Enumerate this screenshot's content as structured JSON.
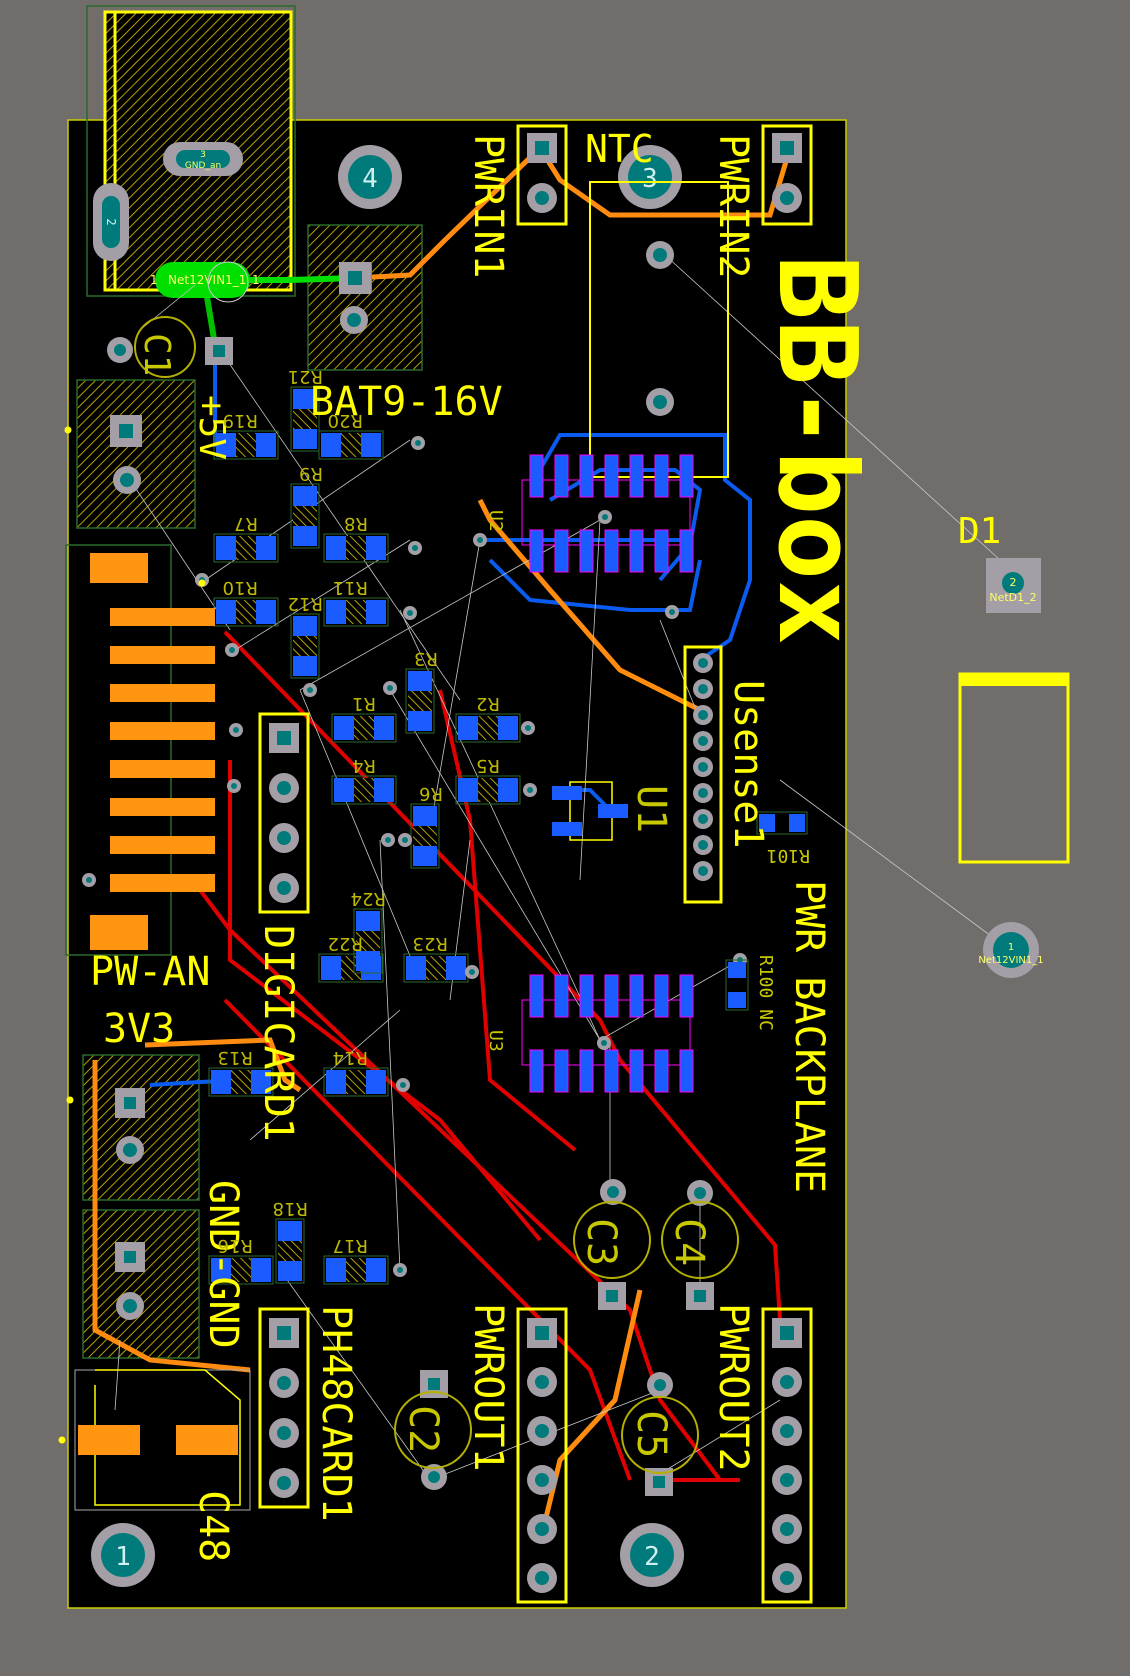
{
  "board": {
    "logo": "BB-box",
    "title": "PWR BACKPLANE"
  },
  "labels": {
    "bat": "BAT9-16V",
    "ntc": "NTC",
    "pwrin1": "PWRIN1",
    "pwrin2": "PWRIN2",
    "c1": "C1",
    "plus5v": "+5V",
    "usense1": "Usense1",
    "u1": "U1",
    "u2": "U2",
    "u3": "U3",
    "pw_an": "PW-AN",
    "v3v3": "3V3",
    "digicard1": "DIGICARD1",
    "gnd_gnd": "GND-GND",
    "ph48card1": "PH48CARD1",
    "c48": "C48",
    "c2": "C2",
    "c3": "C3",
    "c4": "C4",
    "c5": "C5",
    "pwrout1": "PWROUT1",
    "pwrout2": "PWROUT2",
    "d1": "D1",
    "r100nc": "R100 NC",
    "r101": "R101"
  },
  "resistors": {
    "r1": "R1",
    "r2": "R2",
    "r3": "R3",
    "r4": "R4",
    "r5": "R5",
    "r6": "R6",
    "r7": "R7",
    "r8": "R8",
    "r9": "R9",
    "r10": "R10",
    "r11": "R11",
    "r12": "R12",
    "r13": "R13",
    "r14": "R14",
    "r16": "R16",
    "r17": "R17",
    "r18": "R18",
    "r19": "R19",
    "r20": "R20",
    "r21": "R21",
    "r22": "R22",
    "r23": "R23",
    "r24": "R24"
  },
  "holes": {
    "h1": "1",
    "h2": "2",
    "h3": "3",
    "h4": "4",
    "h2b": "2"
  },
  "pads": {
    "gnd_num": "3",
    "gnd_name": "GND_an",
    "net12_left": "1",
    "net12_right": "1",
    "net12_name": "Net12VIN1_1",
    "d1_num": "2",
    "d1_name": "NetD1_2",
    "vin_num": "1",
    "vin_name": "Net12VIN1_1"
  },
  "colors": {
    "background": "#706d6b",
    "board": "#000000",
    "silkscreen": "#ffff00",
    "top_copper": "#ff0000",
    "bottom_copper": "#0060ff",
    "smd_pad": "#ff9510",
    "highlight_net": "#00e000",
    "via": "#a49fa6",
    "plated_hole": "#008a8a"
  }
}
